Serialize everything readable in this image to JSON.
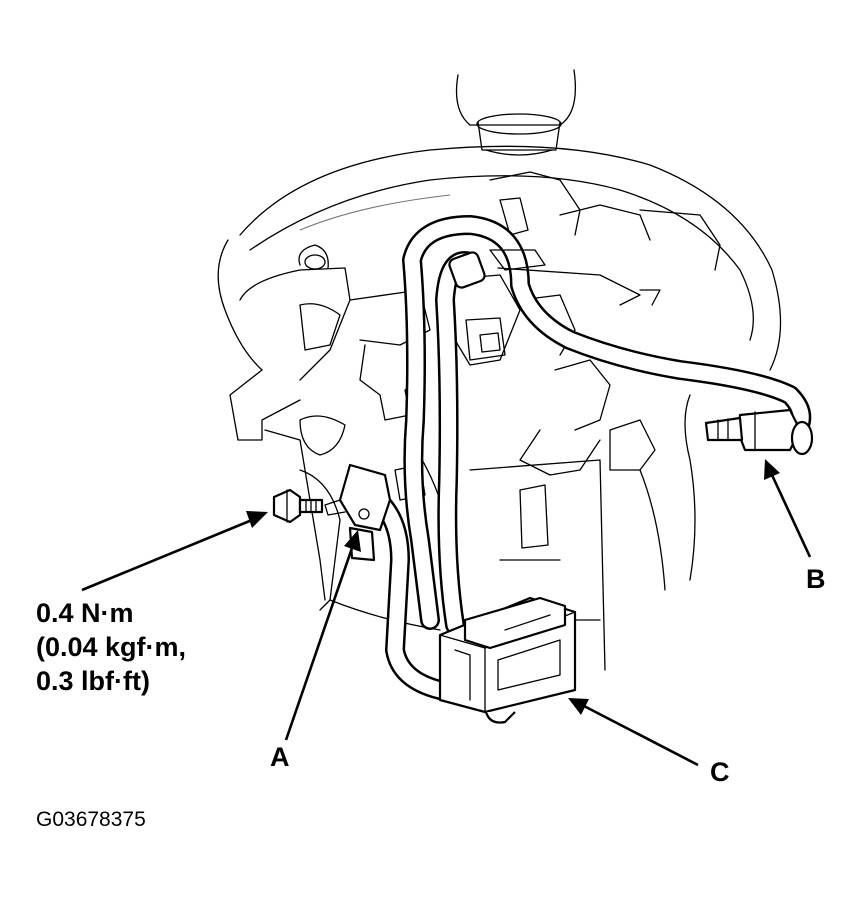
{
  "labels": {
    "a": "A",
    "b": "B",
    "c": "C"
  },
  "torque_spec": {
    "line1": "0.4 N·m",
    "line2": "(0.04 kgf·m,",
    "line3": "0.3 lbf·ft)"
  },
  "figure_id": "G03678375",
  "colors": {
    "ink": "#000000",
    "background": "#ffffff"
  }
}
